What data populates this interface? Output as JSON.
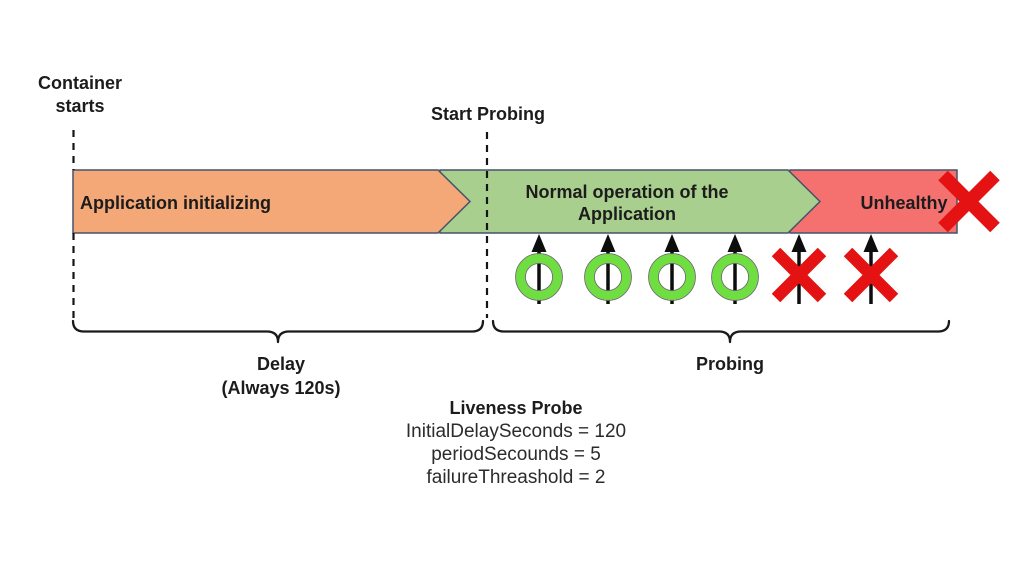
{
  "colors": {
    "background": "#FFFFFF",
    "segment_orange": "#F4A877",
    "segment_green": "#A9CF8E",
    "segment_red": "#F5716F",
    "bar_border": "#44546A",
    "x_mark_red": "#E41212",
    "ring_green": "#6FDE41",
    "arrow_black": "#0D0D0D",
    "text": "#1C1C1C"
  },
  "icons": {
    "probe_success": "green-ring-icon",
    "probe_failure": "red-x-icon",
    "terminal_failure": "red-x-large-icon",
    "probe_direction": "up-arrow-icon"
  },
  "annotations": {
    "container_starts": {
      "line1": "Container",
      "line2": "starts"
    },
    "start_probing": "Start Probing"
  },
  "timeline": {
    "initializing_label": "Application initializing",
    "normal_operation": {
      "line1": "Normal operation of the",
      "line2": "Application"
    },
    "unhealthy_label": "Unhealthy"
  },
  "phases": {
    "delay": {
      "line1": "Delay",
      "line2": "(Always 120s)"
    },
    "probing": "Probing"
  },
  "probe_results": {
    "success_count": 4,
    "failure_count": 2
  },
  "config": {
    "title": "Liveness Probe",
    "lines": [
      "InitialDelaySeconds = 120",
      "periodSecounds = 5",
      "failureThreashold = 2"
    ]
  }
}
